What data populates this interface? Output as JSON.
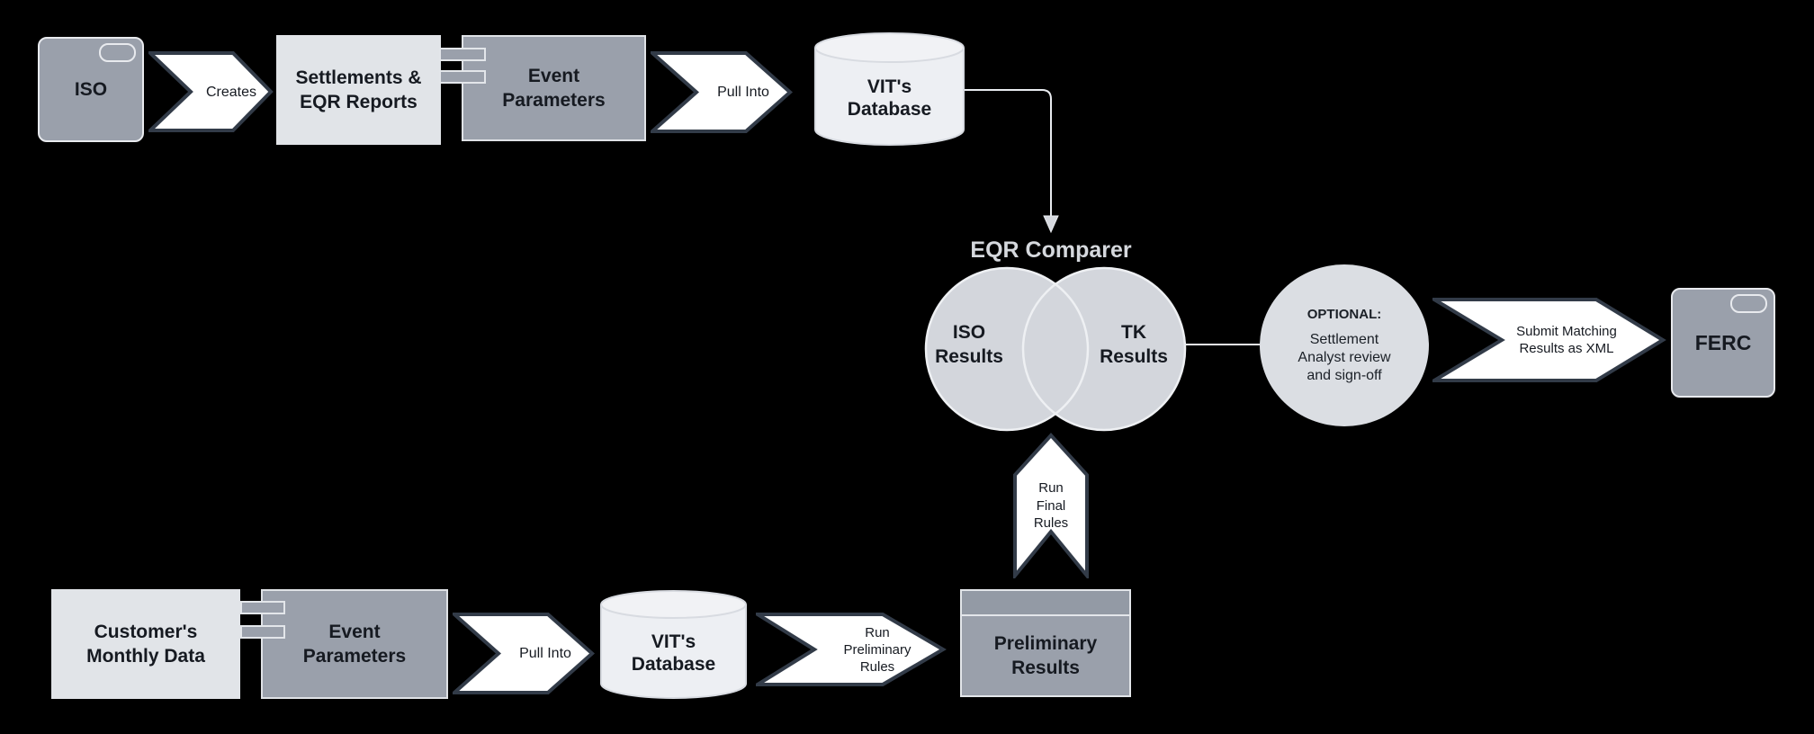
{
  "diagram": {
    "background": "#000000",
    "colors": {
      "node_gray": "#9aa0ab",
      "node_light": "#e1e4e8",
      "cylinder_fill": "#edeff3",
      "venn_circle_fill": "#d3d6dc",
      "optional_ellipse_fill": "#dbdee3",
      "arrow_fill": "#ffffff",
      "arrow_border": "#323b48",
      "connector_line": "#e8ebef",
      "title_text": "#d5d8dd",
      "dark_text": "#161a21"
    },
    "top_flow": {
      "iso": {
        "label": "ISO"
      },
      "creates_arrow": {
        "label": "Creates"
      },
      "settlements": {
        "line1": "Settlements &",
        "line2": "EQR Reports"
      },
      "event_parameters": {
        "line1": "Event",
        "line2": "Parameters"
      },
      "pull_into_arrow": {
        "label": "Pull Into"
      },
      "vits_database": {
        "line1": "VIT's",
        "line2": "Database"
      }
    },
    "comparer": {
      "title": "EQR Comparer",
      "iso_results": {
        "line1": "ISO",
        "line2": "Results"
      },
      "tk_results": {
        "line1": "TK",
        "line2": "Results"
      },
      "run_final_arrow": {
        "line1": "Run",
        "line2": "Final",
        "line3": "Rules"
      }
    },
    "review": {
      "optional": {
        "heading": "OPTIONAL:",
        "line1": "Settlement",
        "line2": "Analyst review",
        "line3": "and sign-off"
      },
      "submit_arrow": {
        "line1": "Submit Matching",
        "line2": "Results as XML"
      },
      "ferc": {
        "label": "FERC"
      }
    },
    "bottom_flow": {
      "customer": {
        "line1": "Customer's",
        "line2": "Monthly Data"
      },
      "event_parameters": {
        "line1": "Event",
        "line2": "Parameters"
      },
      "pull_into_arrow": {
        "label": "Pull Into"
      },
      "vits_database": {
        "line1": "VIT's",
        "line2": "Database"
      },
      "run_preliminary_arrow": {
        "line1": "Run",
        "line2": "Preliminary",
        "line3": "Rules"
      },
      "preliminary_results": {
        "line1": "Preliminary",
        "line2": "Results"
      }
    }
  }
}
